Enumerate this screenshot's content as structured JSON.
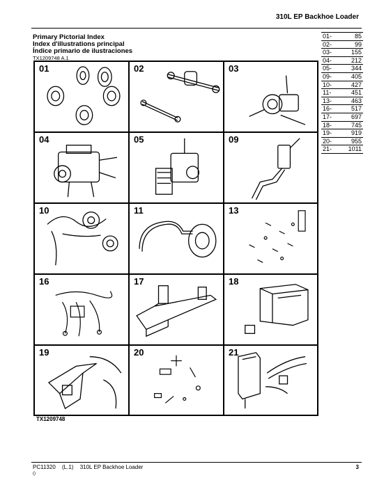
{
  "header": {
    "title": "310L EP Backhoe Loader"
  },
  "index": {
    "lines": [
      "Primary Pictorial Index",
      "Index d'illustrations principal",
      "Índice primario de ilustraciones"
    ],
    "figure_code": "TX1209748 A.1"
  },
  "page_table": [
    {
      "group": "01-",
      "page": "85"
    },
    {
      "group": "02-",
      "page": "99"
    },
    {
      "group": "03-",
      "page": "155"
    },
    {
      "group": "04-",
      "page": "212"
    },
    {
      "group": "05-",
      "page": "344"
    },
    {
      "group": "09-",
      "page": "405"
    },
    {
      "group": "10-",
      "page": "427"
    },
    {
      "group": "11-",
      "page": "451"
    },
    {
      "group": "13-",
      "page": "463"
    },
    {
      "group": "16-",
      "page": "517"
    },
    {
      "group": "17-",
      "page": "697"
    },
    {
      "group": "18-",
      "page": "745"
    },
    {
      "group": "19-",
      "page": "919"
    },
    {
      "group": "20-",
      "page": "955"
    },
    {
      "group": "21-",
      "page": "1011"
    }
  ],
  "cells": [
    {
      "num": "01",
      "subject": "tires-wheels-icon"
    },
    {
      "num": "02",
      "subject": "axle-driveshaft-icon"
    },
    {
      "num": "03",
      "subject": "transmission-icon"
    },
    {
      "num": "04",
      "subject": "engine-icon"
    },
    {
      "num": "05",
      "subject": "engine-radiator-icon"
    },
    {
      "num": "09",
      "subject": "controls-linkage-icon"
    },
    {
      "num": "10",
      "subject": "electrical-harness-icon"
    },
    {
      "num": "11",
      "subject": "hydraulic-lines-icon"
    },
    {
      "num": "13",
      "subject": "hardware-parts-icon"
    },
    {
      "num": "16",
      "subject": "wiring-harness-icon"
    },
    {
      "num": "17",
      "subject": "loader-frame-icon"
    },
    {
      "num": "18",
      "subject": "operator-cab-icon"
    },
    {
      "num": "19",
      "subject": "hood-fenders-icon"
    },
    {
      "num": "20",
      "subject": "fasteners-icon"
    },
    {
      "num": "21",
      "subject": "backhoe-valves-icon"
    }
  ],
  "figure_footer": "TX1209748",
  "footer": {
    "code": "PC11320",
    "rev": "(L.1)",
    "title": "310L EP Backhoe Loader",
    "page": "3",
    "paren": "()"
  }
}
